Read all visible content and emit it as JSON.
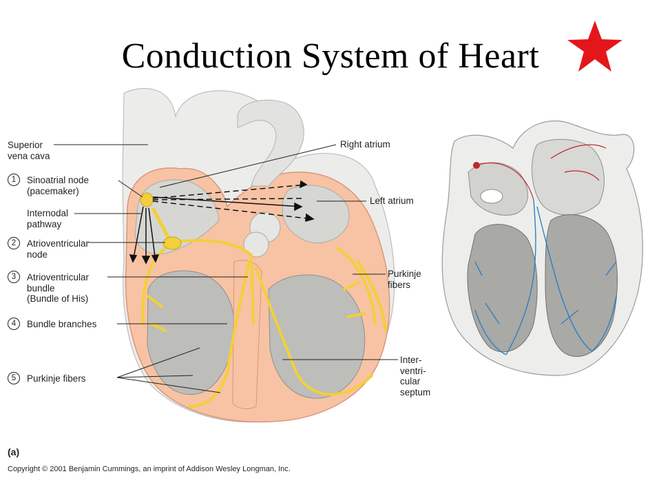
{
  "title": "Conduction System of Heart",
  "colors": {
    "star": "#e3171a",
    "myocardium": "#f7c3a4",
    "conduction": "#f3cf3b",
    "purkinje_right": "#2f7fc1",
    "chamber": "#c9c9c6"
  },
  "icons": {
    "star": "star-icon"
  },
  "labels_left": [
    {
      "text": "Superior\nvena cava"
    },
    {
      "number": "1",
      "text": "Sinoatrial node\n(pacemaker)"
    },
    {
      "text": "Internodal\npathway"
    },
    {
      "number": "2",
      "text": "Atrioventricular\nnode"
    },
    {
      "number": "3",
      "text": "Atrioventricular\nbundle\n(Bundle of His)"
    },
    {
      "number": "4",
      "text": "Bundle branches"
    },
    {
      "number": "5",
      "text": "Purkinje fibers"
    }
  ],
  "labels_right": [
    {
      "text": "Right atrium"
    },
    {
      "text": "Left atrium"
    },
    {
      "text": "Purkinje\nfibers"
    },
    {
      "text": "Inter-\nventri-\ncular\nseptum"
    }
  ],
  "figure_letter": "(a)",
  "copyright": "Copyright © 2001 Benjamin Cummings, an imprint of Addison Wesley Longman, Inc."
}
